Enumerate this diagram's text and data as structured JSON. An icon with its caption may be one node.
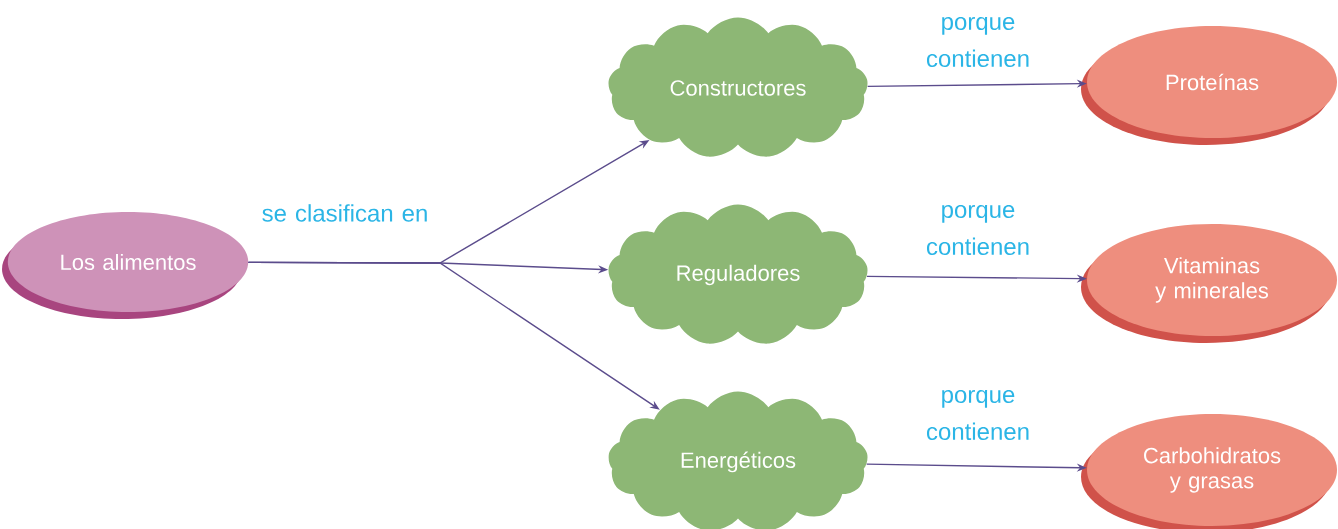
{
  "diagram": {
    "nodes": [
      {
        "text": [
          "Los alimentos"
        ]
      },
      {
        "text": [
          "Constructores"
        ]
      },
      {
        "text": [
          "Reguladores"
        ]
      },
      {
        "text": [
          "Energéticos"
        ]
      },
      {
        "text": [
          "Proteínas"
        ]
      },
      {
        "text": [
          "Vitaminas y minerales"
        ]
      },
      {
        "text": [
          "Carbohidratos y grasas"
        ]
      }
    ],
    "edges": [
      {
        "from": 0,
        "to": 1,
        "arrow": "to"
      },
      {
        "from": 0,
        "to": 2,
        "arrow": "to",
        "label": "se clasifican en"
      },
      {
        "from": 0,
        "to": 3,
        "arrow": "to"
      },
      {
        "from": 1,
        "to": 4,
        "arrow": "to",
        "label": "porque contienen"
      },
      {
        "from": 2,
        "to": 5,
        "arrow": "to",
        "label": "porque contienen"
      },
      {
        "from": 3,
        "to": 6,
        "arrow": "to",
        "label": "porque contienen"
      }
    ]
  }
}
